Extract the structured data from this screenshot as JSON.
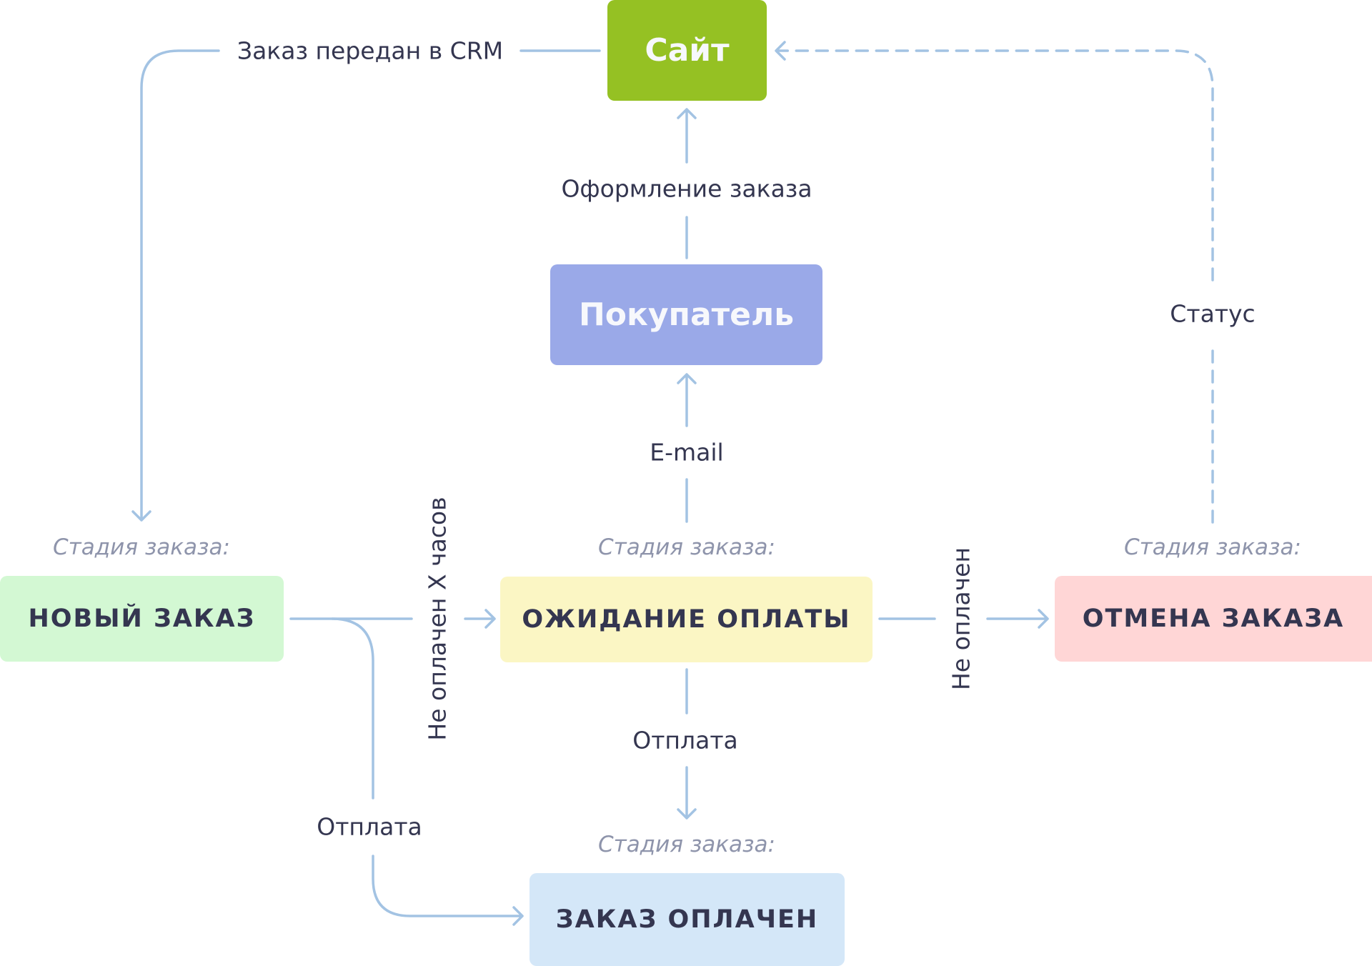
{
  "nodes": {
    "site": "Сайт",
    "buyer": "Покупатель",
    "new_order": "НОВЫЙ ЗАКАЗ",
    "awaiting_payment": "ОЖИДАНИЕ ОПЛАТЫ",
    "order_cancel": "ОТМЕНА ЗАКАЗА",
    "order_paid": "ЗАКАЗ ОПЛАЧЕН"
  },
  "stage_label": "Стадия заказа:",
  "edges": {
    "to_crm": "Заказ передан в CRM",
    "checkout": "Оформление заказа",
    "email": "E-mail",
    "status": "Статус",
    "not_paid_x_hours": "Не оплачен X часов",
    "not_paid": "Не оплачен",
    "payment_1": "Отплата",
    "payment_2": "Отплата"
  },
  "colors": {
    "site": "#95c123",
    "buyer": "#9aa9e8",
    "new_order": "#d3f8d3",
    "awaiting_payment": "#fbf6c4",
    "order_cancel": "#ffd6d6",
    "order_paid": "#d4e7f8",
    "line": "#a3c3e3"
  }
}
